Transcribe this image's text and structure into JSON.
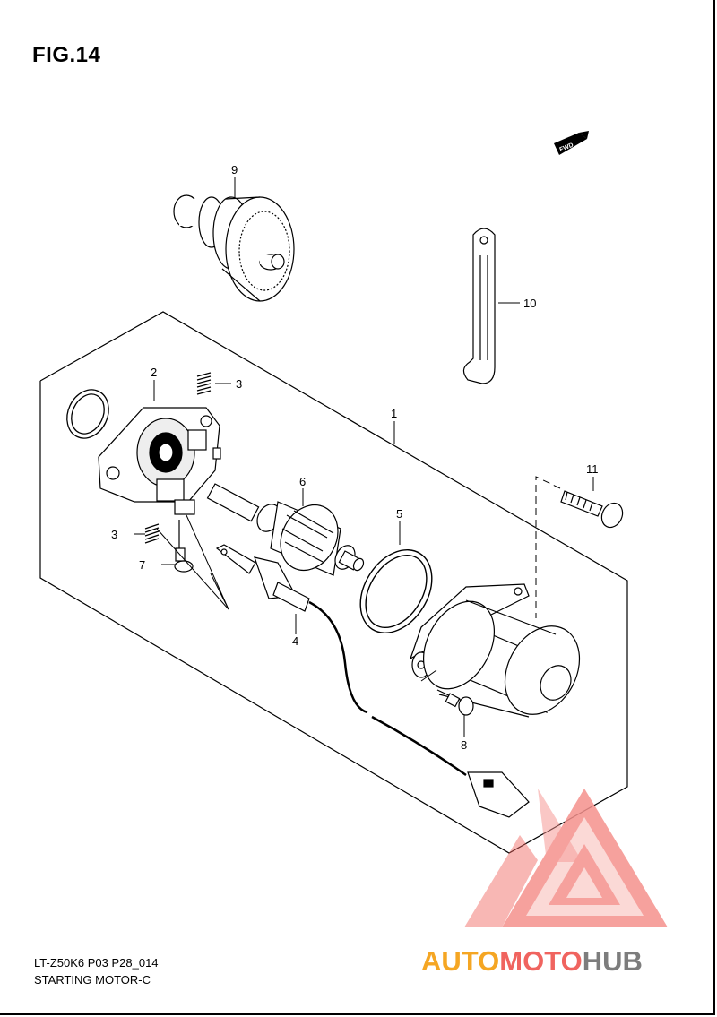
{
  "figure": {
    "title": "FIG.14",
    "code": "LT-Z50K6 P03 P28_014",
    "name": "STARTING MOTOR-C"
  },
  "fwd_badge": "FWD",
  "callouts": [
    {
      "id": "c1",
      "label": "1"
    },
    {
      "id": "c2",
      "label": "2"
    },
    {
      "id": "c3a",
      "label": "3"
    },
    {
      "id": "c3b",
      "label": "3"
    },
    {
      "id": "c4",
      "label": "4"
    },
    {
      "id": "c5",
      "label": "5"
    },
    {
      "id": "c6",
      "label": "6"
    },
    {
      "id": "c7",
      "label": "7"
    },
    {
      "id": "c8",
      "label": "8"
    },
    {
      "id": "c9",
      "label": "9"
    },
    {
      "id": "c10",
      "label": "10"
    },
    {
      "id": "c11",
      "label": "11"
    }
  ],
  "watermark": {
    "part1": "AUTO",
    "part2": "MOTO",
    "part3": "HUB",
    "color_orange": "#f5a623",
    "color_red": "#f0645f",
    "color_gray": "#7d7d7d"
  }
}
